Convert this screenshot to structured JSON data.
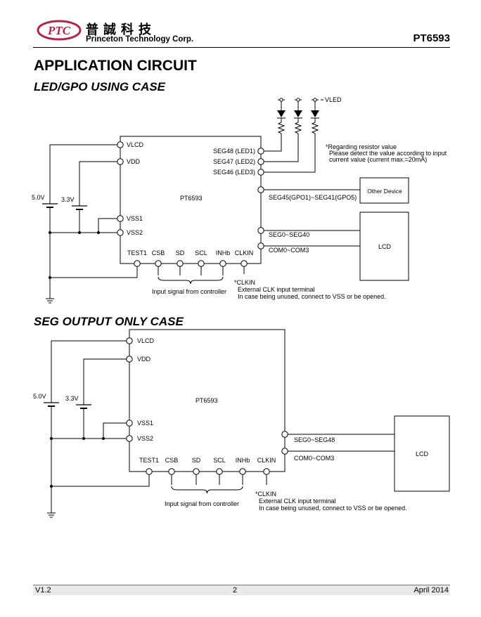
{
  "header": {
    "logo_text": "PTC",
    "company_cn": "普誠科技",
    "company_en": "Princeton Technology Corp.",
    "part_number": "PT6593"
  },
  "title": "APPLICATION CIRCUIT",
  "section1": {
    "subtitle": "LED/GPO USING CASE",
    "chip_name": "PT6593",
    "left_pins": [
      "VLCD",
      "VDD",
      "VSS1",
      "VSS2"
    ],
    "bottom_pins": [
      "TEST1",
      "CSB",
      "SD",
      "SCL",
      "INHb",
      "CLKIN"
    ],
    "led_pins": [
      "SEG48 (LED1)",
      "SEG47 (LED2)",
      "SEG46 (LED3)"
    ],
    "gpo_pin": "SEG45(GPO1)~SEG41(GPO5)",
    "seg_pin": "SEG0~SEG40",
    "com_pin": "COM0~COM3",
    "vled_label": "VLED",
    "battery_labels": [
      "5.0V",
      "3.3V"
    ],
    "resistor_note": [
      "*Regarding resistor value",
      "Please detect the value according to input",
      "current value (current max.=20mA)"
    ],
    "other_device": "Other Device",
    "lcd": "LCD",
    "input_note": "Input signal from controller",
    "clkin_note": [
      "*CLKIN",
      "External CLK input terminal",
      "In case being unused, connect to VSS or be opened."
    ]
  },
  "section2": {
    "subtitle": "SEG OUTPUT ONLY CASE",
    "chip_name": "PT6593",
    "left_pins": [
      "VLCD",
      "VDD",
      "VSS1",
      "VSS2"
    ],
    "bottom_pins": [
      "TEST1",
      "CSB",
      "SD",
      "SCL",
      "INHb",
      "CLKIN"
    ],
    "seg_pin": "SEG0~SEG48",
    "com_pin": "COM0~COM3",
    "battery_labels": [
      "5.0V",
      "3.3V"
    ],
    "lcd": "LCD",
    "input_note": "Input signal from controller",
    "clkin_note": [
      "*CLKIN",
      "External CLK input terminal",
      "In case being unused, connect to VSS or be opened."
    ]
  },
  "footer": {
    "version": "V1.2",
    "page": "2",
    "date": "April 2014"
  }
}
